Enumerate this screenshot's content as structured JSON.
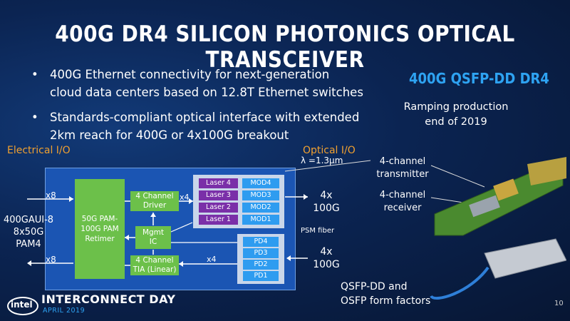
{
  "title": "400G DR4 SILICON PHOTONICS OPTICAL TRANSCEIVER",
  "bullets": [
    "400G Ethernet connectivity for next-generation cloud data centers based on 12.8T Ethernet switches",
    "Standards-compliant optical interface with extended 2km reach for 400G or 4x100G breakout"
  ],
  "product": {
    "title": "400G QSFP-DD DR4",
    "subtitle": "Ramping production end of 2019"
  },
  "diagram": {
    "electrical_io": "Electrical I/O",
    "optical_io": "Optical I/O",
    "lambda": "λ =1.3μm",
    "retimer": "50G PAM-100G PAM Retimer",
    "driver": "4 Channel Driver",
    "mgmt": "Mgmt IC",
    "tia": "4 Channel TIA (Linear)",
    "lasers": [
      "Laser 4",
      "Laser 3",
      "Laser 2",
      "Laser 1"
    ],
    "mods": [
      "MOD4",
      "MOD3",
      "MOD2",
      "MOD1"
    ],
    "pds": [
      "PD4",
      "PD3",
      "PD2",
      "PD1"
    ],
    "x8_top": "x8",
    "x8_bottom": "x8",
    "x4_top": "x4",
    "x4_bottom": "x4",
    "aui_label": "400GAUI-8 8x50G PAM4",
    "tx_rate": "4x 100G",
    "rx_rate": "4x 100G",
    "psm": "PSM fiber"
  },
  "callouts": {
    "transmitter": "4-channel transmitter",
    "receiver": "4-channel receiver",
    "form_factors": "QSFP-DD and OSFP form factors"
  },
  "footer": {
    "brand": "intel",
    "event": "INTERCONNECT DAY",
    "date": "APRIL 2019",
    "page": "10"
  },
  "colors": {
    "accent_blue": "#2ea3f2",
    "orange": "#f0a030",
    "green": "#6cc04a",
    "laser_purple": "#7a2fa8",
    "diagram_blue": "#1b55b3"
  }
}
